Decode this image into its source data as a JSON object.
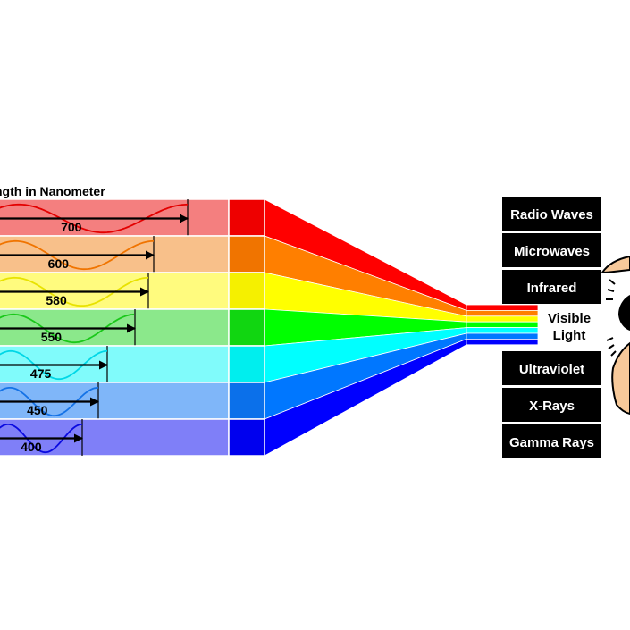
{
  "title": "ngth in Nanometer",
  "bands": [
    {
      "wavelength": "700",
      "light": "#f47f7f",
      "mid": "#ee0000",
      "bright": "#ff0000",
      "curve": "#e30000",
      "arrow_end_frac": 0.82
    },
    {
      "wavelength": "600",
      "light": "#f8c08a",
      "mid": "#f07400",
      "bright": "#ff7f00",
      "curve": "#f07400",
      "arrow_end_frac": 0.67
    },
    {
      "wavelength": "580",
      "light": "#fffb7e",
      "mid": "#f5f000",
      "bright": "#ffff00",
      "curve": "#e8e200",
      "arrow_end_frac": 0.65
    },
    {
      "wavelength": "550",
      "light": "#8be88b",
      "mid": "#11d611",
      "bright": "#00ff00",
      "curve": "#1ac81a",
      "arrow_end_frac": 0.59
    },
    {
      "wavelength": "475",
      "light": "#80fbfb",
      "mid": "#00eeee",
      "bright": "#00ffff",
      "curve": "#00d7e6",
      "arrow_end_frac": 0.47
    },
    {
      "wavelength": "450",
      "light": "#7fb6f9",
      "mid": "#0b70ea",
      "bright": "#0077ff",
      "curve": "#1472e6",
      "arrow_end_frac": 0.43
    },
    {
      "wavelength": "400",
      "light": "#7f7ff8",
      "mid": "#0000ee",
      "bright": "#0000ff",
      "curve": "#0a0ae0",
      "arrow_end_frac": 0.36
    }
  ],
  "spectrum_above": [
    "Radio Waves",
    "Microwaves",
    "Infrared"
  ],
  "visible_label": {
    "line1": "Visible",
    "line2": "Light"
  },
  "spectrum_below": [
    "Ultraviolet",
    "X-Rays",
    "Gamma Rays"
  ],
  "colors": {
    "box": "#000000",
    "box_text": "#ffffff",
    "skin": "#f7c99a",
    "outline": "#000000"
  }
}
